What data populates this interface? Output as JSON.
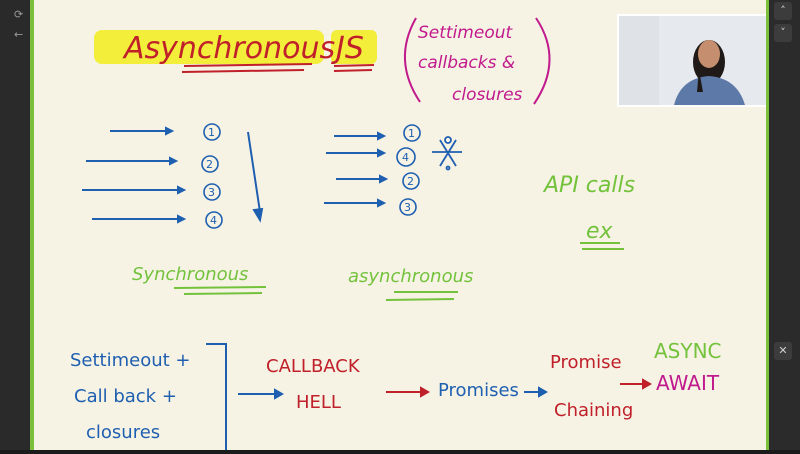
{
  "board": {
    "title_main": "Asynchronous",
    "title_js": "JS",
    "side_note": [
      "Settimeout",
      "callbacks &",
      "closures"
    ],
    "sync_numbers": [
      "1",
      "2",
      "3",
      "4"
    ],
    "async_numbers": [
      "1",
      "4",
      "2",
      "3"
    ],
    "label_sync": "Synchronous",
    "label_async": "asynchronous",
    "api_calls": "API calls",
    "ex": "ex",
    "bottom_left": [
      "Settimeout +",
      "Call back +",
      "closures"
    ],
    "callback_hell": [
      "CALLBACK",
      "HELL"
    ],
    "promises": "Promises",
    "promise_chaining": [
      "Promise",
      "Chaining"
    ],
    "async_await": [
      "ASYNC",
      "AWAIT"
    ]
  },
  "colors": {
    "board_bg": "#f6f3e5",
    "ink_red": "#c0202a",
    "ink_blue": "#1f5fb0",
    "ink_green": "#74c23c",
    "ink_magenta": "#c11a8c",
    "highlight_yellow": "#f2ee3a",
    "frame_green": "#7bbf3a"
  },
  "chrome": {
    "right_icons": [
      "up-chevron-icon",
      "down-chevron-icon",
      "close-icon"
    ]
  }
}
